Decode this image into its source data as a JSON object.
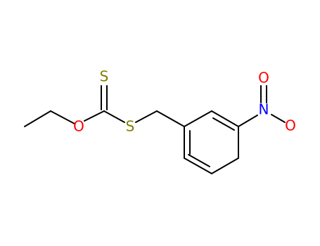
{
  "molecule": {
    "atoms": {
      "s_thione": {
        "symbol": "S",
        "color": "#808000"
      },
      "o_ether": {
        "symbol": "O",
        "color": "#ff0000"
      },
      "s_thioether": {
        "symbol": "S",
        "color": "#808000"
      },
      "n_nitro": {
        "symbol": "N",
        "color": "#0000ff"
      },
      "o_nitro_top": {
        "symbol": "O",
        "color": "#ff0000"
      },
      "o_nitro_bottom": {
        "symbol": "O",
        "color": "#ff0000"
      }
    },
    "bond_color": "#000000"
  }
}
